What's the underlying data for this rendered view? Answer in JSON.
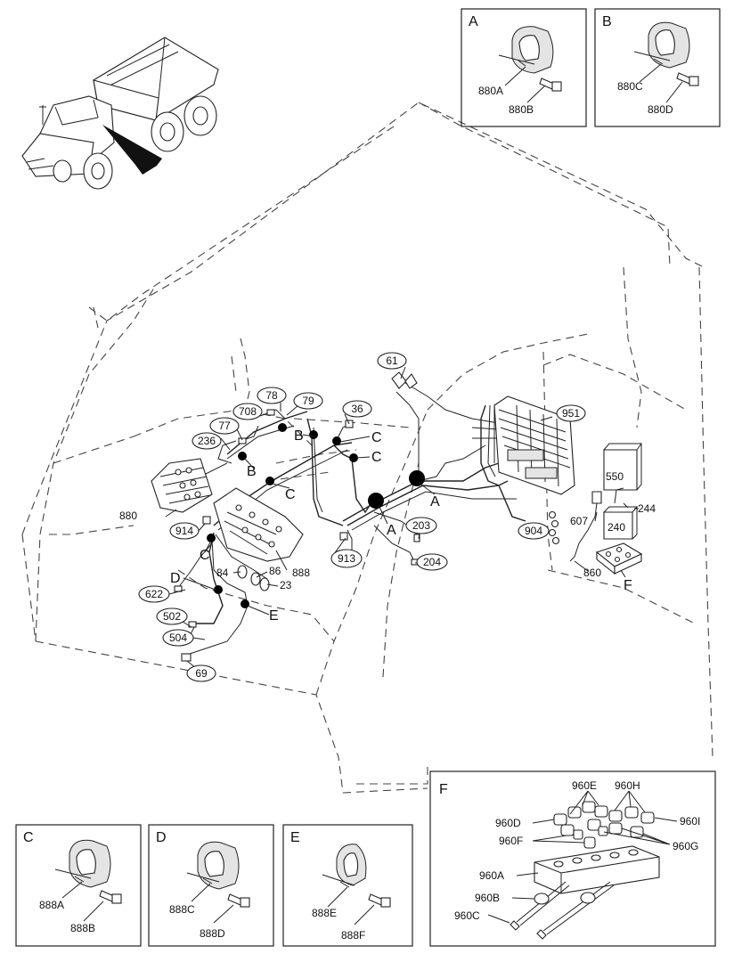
{
  "inset_boxes": {
    "A": {
      "letter": "A",
      "clip_label": "880A",
      "bolt_label": "880B"
    },
    "B": {
      "letter": "B",
      "clip_label": "880C",
      "bolt_label": "880D"
    },
    "C": {
      "letter": "C",
      "clip_label": "888A",
      "bolt_label": "888B"
    },
    "D": {
      "letter": "D",
      "clip_label": "888C",
      "bolt_label": "888D"
    },
    "E": {
      "letter": "E",
      "clip_label": "888E",
      "bolt_label": "888F"
    },
    "F": {
      "letter": "F",
      "labels": [
        "960E",
        "960H",
        "960D",
        "960I",
        "960F",
        "960G",
        "960A",
        "960B",
        "960C"
      ]
    }
  },
  "callouts": {
    "ovals": [
      "61",
      "78",
      "79",
      "708",
      "36",
      "77",
      "236",
      "951",
      "914",
      "913",
      "622",
      "502",
      "504",
      "69",
      "203",
      "204",
      "904"
    ],
    "plain": [
      "880",
      "84",
      "86",
      "888",
      "23",
      "550",
      "244",
      "607",
      "240",
      "860"
    ]
  },
  "clip_letters": [
    "A",
    "A",
    "B",
    "B",
    "C",
    "C",
    "C",
    "C",
    "D",
    "E",
    "F"
  ]
}
